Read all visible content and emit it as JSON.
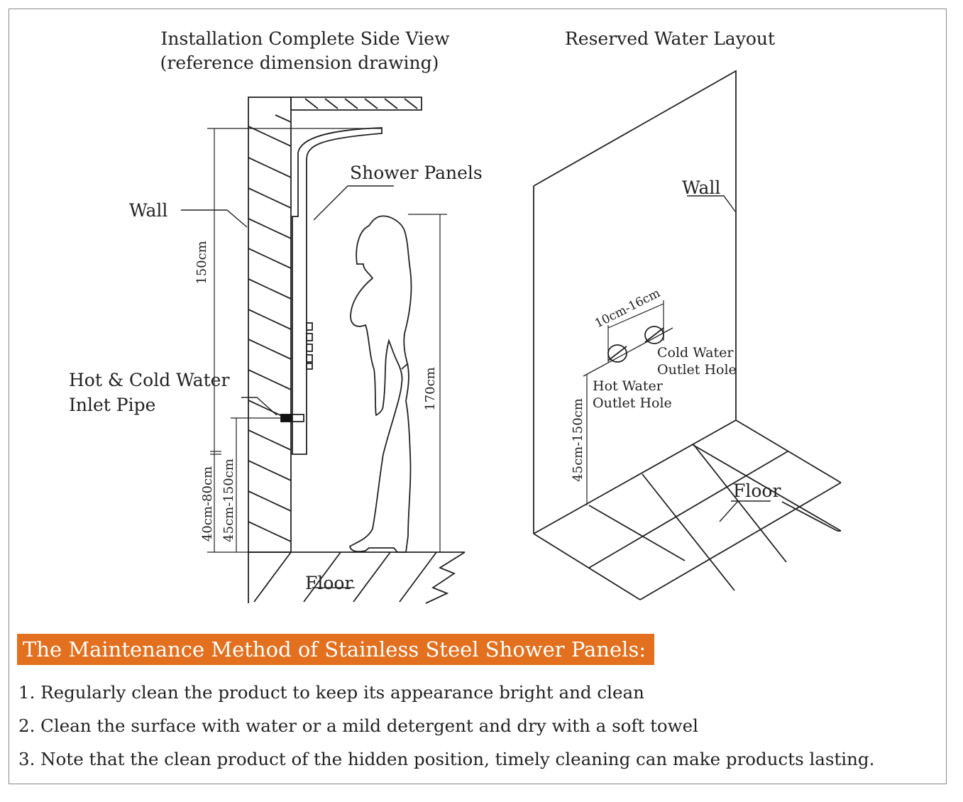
{
  "side_view": {
    "title_line1": "Installation Complete Side View",
    "title_line2": "(reference dimension drawing)",
    "wall_label": "Wall",
    "shower_panels_label": "Shower Panels",
    "inlet_label_line1": "Hot & Cold Water",
    "inlet_label_line2": "Inlet Pipe",
    "floor_label": "Floor",
    "dim_150": "150cm",
    "dim_170": "170cm",
    "dim_40_80": "40cm-80cm",
    "dim_45_150": "45cm-150cm"
  },
  "water_layout": {
    "title": "Reserved Water Layout",
    "wall_label": "Wall",
    "spacing_label": "10cm-16cm",
    "cold_line1": "Cold Water",
    "cold_line2": "Outlet Hole",
    "hot_line1": "Hot Water",
    "hot_line2": "Outlet Hole",
    "height_label": "45cm-150cm",
    "floor_label": "Floor"
  },
  "maintenance": {
    "heading": "The Maintenance Method of Stainless Steel Shower Panels:",
    "steps": [
      "1. Regularly clean the product to keep its appearance bright and clean",
      "2. Clean the surface with water or a mild detergent and dry with a soft towel",
      "3. Note that the clean product of the hidden position, timely cleaning can make products lasting."
    ]
  },
  "colors": {
    "banner_bg": "#e2701f",
    "line": "#222222",
    "frame": "#888888"
  }
}
